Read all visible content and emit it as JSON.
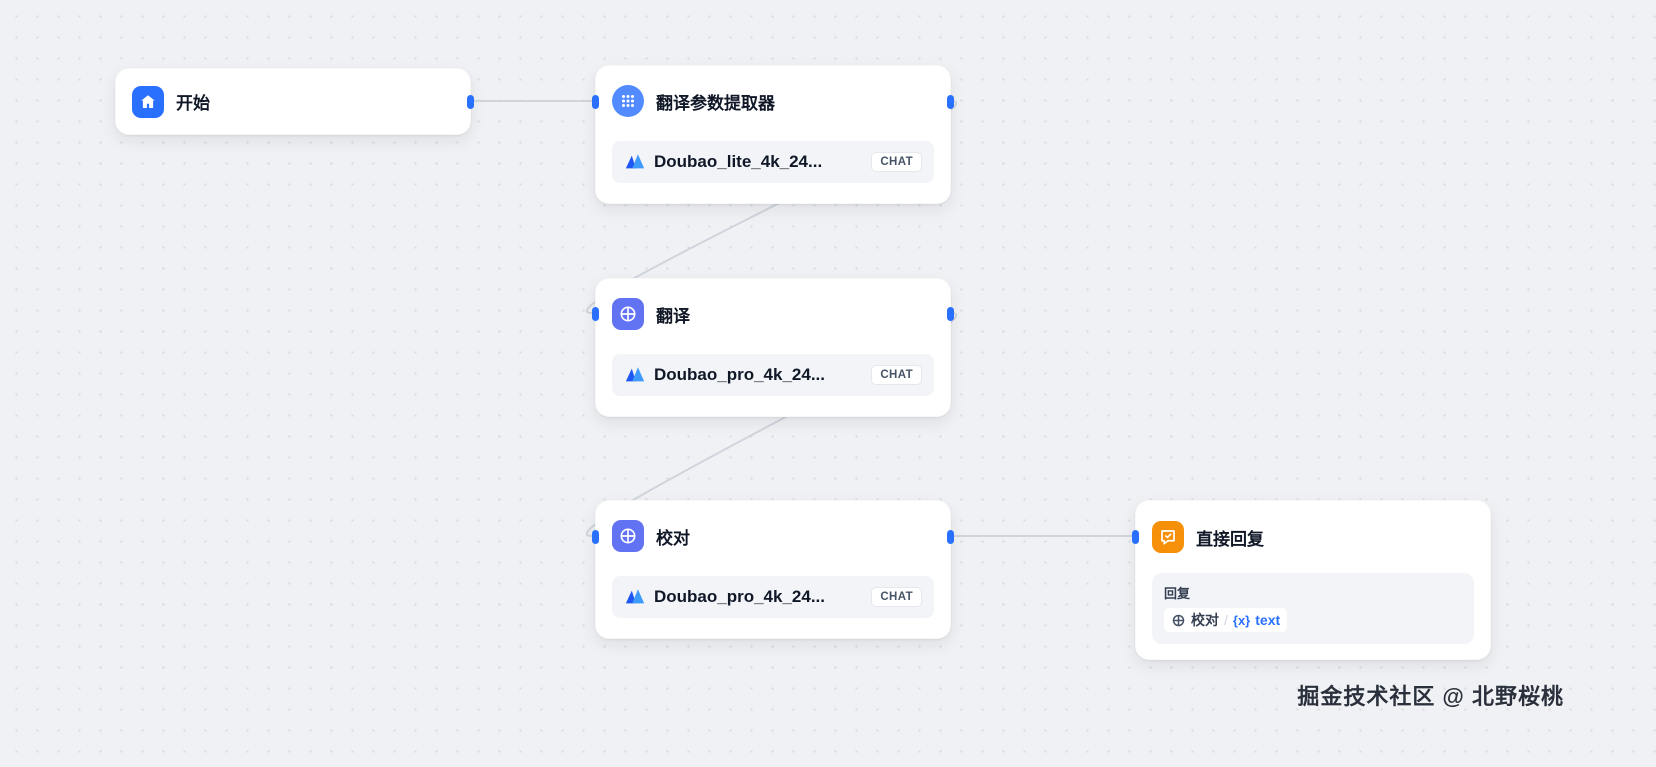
{
  "watermark": "掘金技术社区 @ 北野桜桃",
  "nodes": {
    "start": {
      "title": "开始"
    },
    "extractor": {
      "title": "翻译参数提取器",
      "model_name": "Doubao_lite_4k_24...",
      "model_badge": "CHAT"
    },
    "translate": {
      "title": "翻译",
      "model_name": "Doubao_pro_4k_24...",
      "model_badge": "CHAT"
    },
    "proofread": {
      "title": "校对",
      "model_name": "Doubao_pro_4k_24...",
      "model_badge": "CHAT"
    },
    "reply": {
      "title": "直接回复",
      "section_label": "回复",
      "ref_node": "校对",
      "separator": "/",
      "var_token": "{x}",
      "var_name": "text"
    }
  },
  "colors": {
    "start_blue": "#2970ff",
    "extractor_blue": "#528bff",
    "llm_indigo": "#6172f3",
    "reply_orange": "#f79009",
    "edge_gray": "#d0d5dd",
    "canvas_bg": "#f0f1f4"
  }
}
